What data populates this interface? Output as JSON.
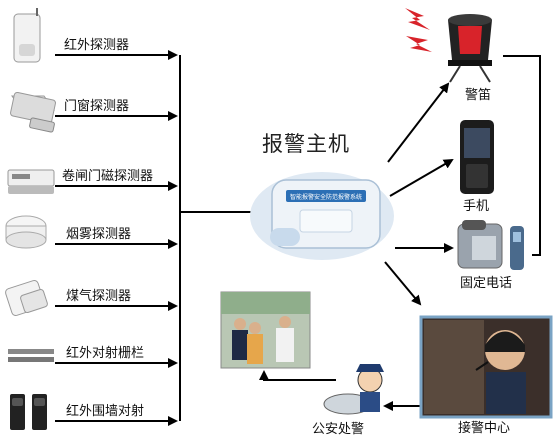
{
  "title": "报警主机",
  "detectors": [
    {
      "label": "红外探测器",
      "icon": "pir-sensor-icon"
    },
    {
      "label": "门窗探测器",
      "icon": "door-window-sensor-icon"
    },
    {
      "label": "卷闸门磁探测器",
      "icon": "rolling-door-magnet-icon"
    },
    {
      "label": "烟雾探测器",
      "icon": "smoke-detector-icon"
    },
    {
      "label": "煤气探测器",
      "icon": "gas-detector-icon"
    },
    {
      "label": "红外对射栅栏",
      "icon": "infrared-fence-icon"
    },
    {
      "label": "红外围墙对射",
      "icon": "infrared-wall-beam-icon"
    }
  ],
  "outputs": {
    "siren": "警笛",
    "mobile": "手机",
    "landline": "固定电话",
    "center": "接警中心",
    "police": "公安处警"
  },
  "host_panel_text": "智能报警安全防范报警系统",
  "colors": {
    "arrow": "#000000",
    "panel": "#e6eef6",
    "panel_accent": "#2c6fb5",
    "siren_red": "#d8232a"
  }
}
